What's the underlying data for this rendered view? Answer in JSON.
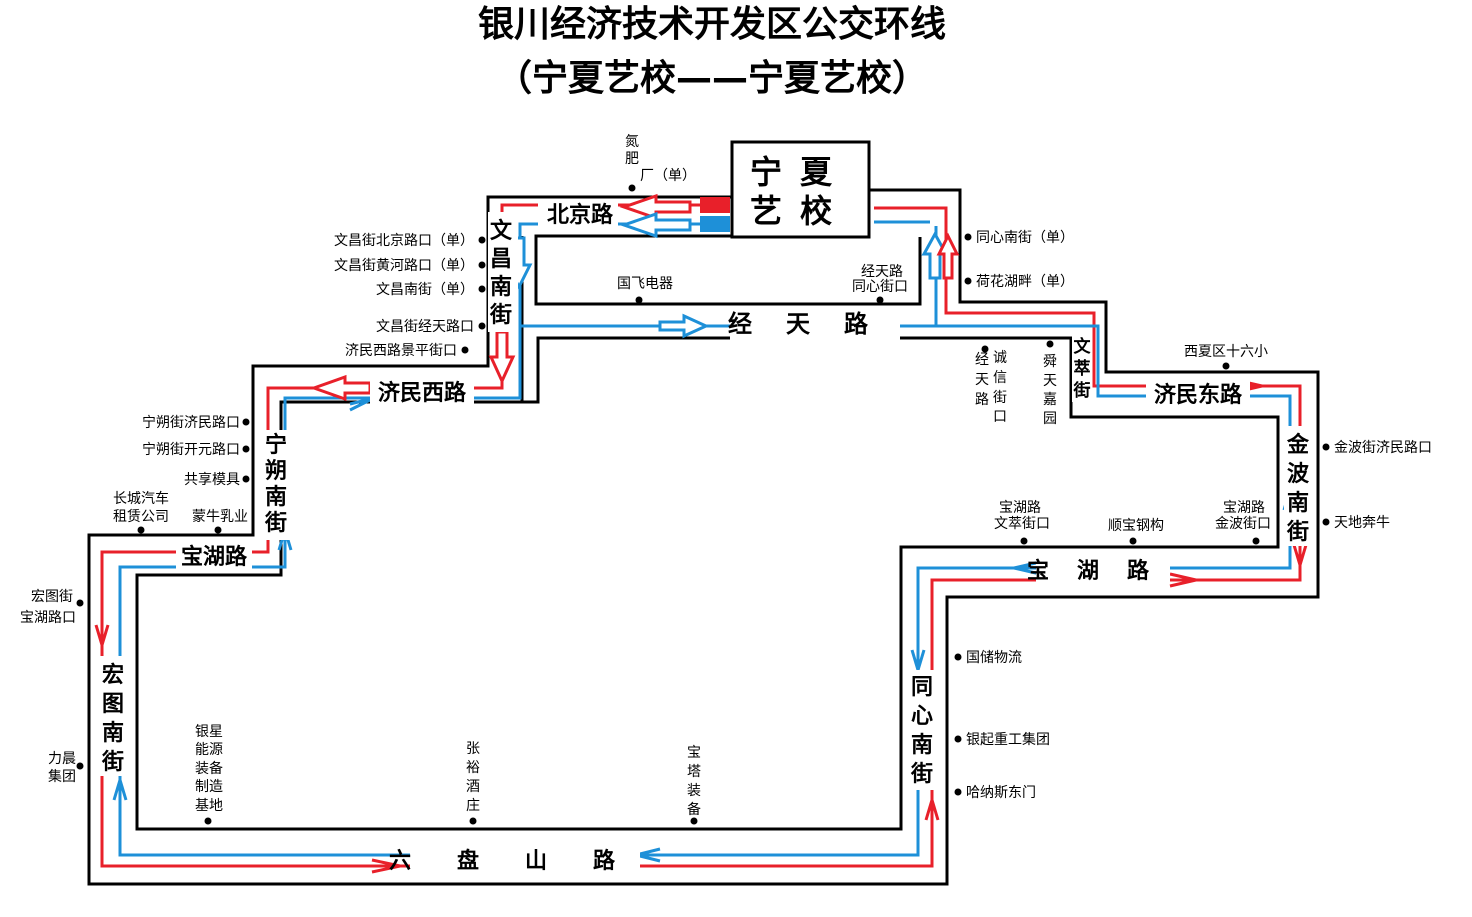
{
  "title": "银川经济技术开发区公交环线",
  "subtitle": "（宁夏艺校——宁夏艺校）",
  "terminal": "宁夏艺校",
  "colors": {
    "red": "#e8202a",
    "blue": "#1e90d8",
    "outline": "#000000"
  },
  "roads": {
    "beijing_lu": "北京路",
    "wenchang_nanjie": "文昌南街",
    "jingtian_lu": "经天路",
    "jimin_xilu": "济民西路",
    "jimin_donglu": "济民东路",
    "ningshuo_nanjie": "宁朔南街",
    "baohu_lu_west": "宝湖路",
    "baohu_lu_east": "宝湖路",
    "hongtu_nanjie": "宏图南街",
    "liupanshan_lu": "六盘山路",
    "tongxin_nanjie": "同心南街",
    "jinbo_nanjie": "金波南街",
    "wencui_jie": "文萃街"
  },
  "stops": {
    "fei_fei_chang": "氮肥厂（单）",
    "wenchang_beijing": "文昌街北京路口（单）",
    "wenchang_huanghe": "文昌街黄河路口（单）",
    "wenchang_nanjie": "文昌南街（单）",
    "wenchang_jingtian": "文昌街经天路口",
    "jimin_jingping": "济民西路景平街口",
    "guofei_dianqi": "国飞电器",
    "jingtian_tongxin": "经天路同心街口",
    "tongxin_nanjie": "同心南街（单）",
    "hehua_hupan": "荷花湖畔（单）",
    "jingtian_chengxin": "经天路诚信街口",
    "shuntian_jiayuan": "舜天嘉园",
    "xixia_16": "西夏区十六小",
    "ningshuo_jimin": "宁朔街济民路口",
    "ningshuo_kaiyuan": "宁朔街开元路口",
    "gongxiang_muju": "共享模具",
    "changcheng_zulin": "长城汽车租赁公司",
    "mengniu_ruye": "蒙牛乳业",
    "jinbo_jimin": "金波街济民路口",
    "tiandi_benniu": "天地奔牛",
    "baohu_wencui": "宝湖路文萃街口",
    "shunbao_gangou": "顺宝钢构",
    "baohu_jinbo": "宝湖路金波街口",
    "hongtu_baohu": "宏图街宝湖路口",
    "lichen_jituan": "力晨集团",
    "yinxing_nengyuan": "银星能源装备制造基地",
    "zhangyu_jiuzhuang": "张裕酒庄",
    "baota_zhuangbei": "宝塔装备",
    "guochu_wuliu": "国储物流",
    "yinqi_zhonggong": "银起重工集团",
    "hanasi_dongmen": "哈纳斯东门"
  }
}
